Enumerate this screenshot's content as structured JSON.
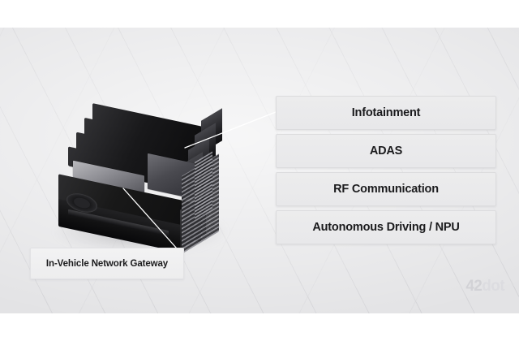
{
  "slide": {
    "background_color": "#e3e3e5",
    "letterbox_color": "#ffffff"
  },
  "device": {
    "name": "in-vehicle compute module",
    "description": "black stacked automotive compute hardware render"
  },
  "callouts": {
    "cards": [
      {
        "label": "Infotainment"
      },
      {
        "label": "ADAS"
      },
      {
        "label": "RF Communication"
      },
      {
        "label": "Autonomous Driving / NPU"
      }
    ]
  },
  "gateway": {
    "label": "In-Vehicle Network Gateway"
  },
  "watermark": {
    "part1": "42",
    "part2": "dot"
  },
  "colors": {
    "card_fill": "#ececed",
    "card_border": "#dcdcde",
    "text": "#1b1b1d",
    "leader_line": "#ffffff",
    "watermark": "#d8d8dc"
  }
}
